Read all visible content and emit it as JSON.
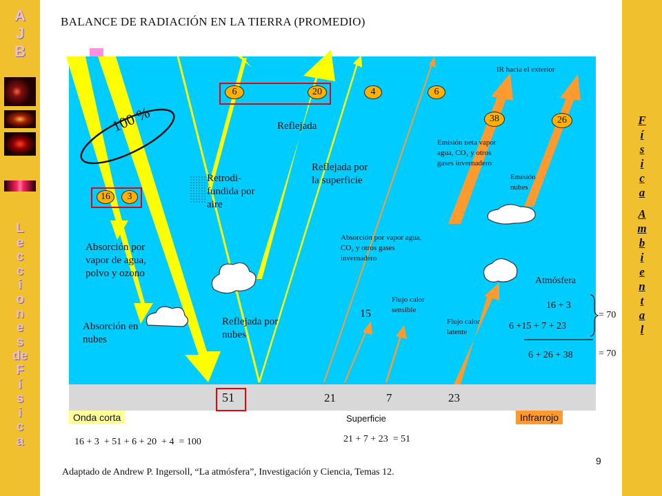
{
  "title": "BALANCE DE RADIACIÓN EN LA TIERRA (PROMEDIO)",
  "page_number": "9",
  "footer": "Adaptado de Andrew P. Ingersoll, “La atmósfera”, Investigación y Ciencia, Temas 12.",
  "left_sidebar": {
    "top_letters": [
      "A",
      "J",
      "B"
    ],
    "bottom_letters": [
      "L",
      "e",
      "c",
      "c",
      "i",
      "o",
      "n",
      "e",
      "s",
      "d",
      "e",
      "F",
      "í",
      "s",
      "i",
      "c",
      "a"
    ]
  },
  "right_sidebar": {
    "letters": [
      "F",
      "í",
      "s",
      "i",
      "c",
      "a",
      "A",
      "m",
      "b",
      "i",
      "e",
      "n",
      "t",
      "a",
      "l"
    ]
  },
  "labels": {
    "percent_100": "100 %",
    "absorcion_vapor": "Absorción por vapor de agua, polvo y ozono",
    "absorcion_nubes": "Absorción en nubes",
    "retrodifundida": "Retrodi- fundida por aire",
    "reflejada_nubes": "Reflejada por nubes",
    "reflejada": "Reflejada",
    "reflejada_superficie": "Reflejada por la superficie",
    "absorcion_gases": "Absorción por vapor agua, CO₂ y otros gases invernadero",
    "flujo_sensible": "Flujo calor sensible",
    "flujo_latente": "Flujo calor latente",
    "emision_neta": "Emisión neta vapor agua, CO₂ y otros gases invernadero",
    "emision_nubes": "Emisión nubes",
    "ir_exterior": "IR hacia el exterior",
    "atmosfera": "Atmósfera",
    "onda_corta": "Onda corta",
    "superficie": "Superficie",
    "infrarrojo": "Infrarrojo"
  },
  "badges": {
    "b16": "16",
    "b3": "3",
    "b6a": "6",
    "b20": "20",
    "b4": "4",
    "b6b": "6",
    "b38": "38",
    "b26": "26"
  },
  "values": {
    "v15": "15",
    "v51": "51",
    "v21": "21",
    "v7": "7",
    "v23": "23"
  },
  "equations": {
    "atm1": "16 +  3",
    "atm2": "6 +15 + 7 + 23",
    "atm3": "6 + 26 + 38",
    "eq70a": "= 70",
    "eq70b": "= 70",
    "shortwave": "16 + 3  + 51 + 6 + 20  + 4  = 100",
    "surface": "21 + 7 + 23  = 51"
  },
  "colors": {
    "sky": "#00ccff",
    "sun": "#ffff00",
    "ir": "#ff9a2e",
    "sidebar": "#f0c02e",
    "highlight_box": "#e8000a"
  }
}
